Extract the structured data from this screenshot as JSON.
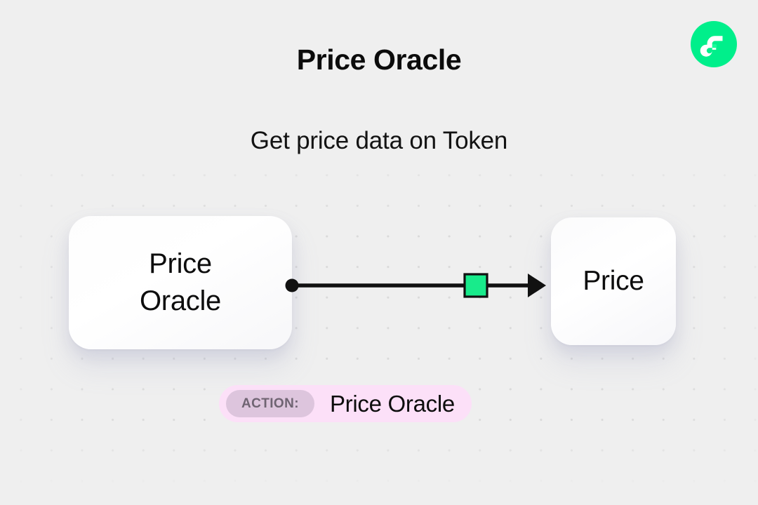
{
  "header": {
    "title": "Price Oracle",
    "subtitle": "Get price data on Token",
    "logo_icon": "flow-logo-icon",
    "logo_color": "#00ef8b"
  },
  "diagram": {
    "nodes": [
      {
        "id": "price-oracle",
        "label": "Price\nOracle"
      },
      {
        "id": "price",
        "label": "Price"
      }
    ],
    "connector": {
      "source_handle_icon": "dot-handle-icon",
      "marker_icon": "green-square-marker-icon",
      "marker_color": "#18eb8b",
      "arrow_icon": "arrow-right-icon",
      "line_color": "#111111"
    }
  },
  "action": {
    "chip_label": "ACTION:",
    "value": "Price Oracle",
    "badge_color": "#fce0f8",
    "chip_color": "#ddc5dd"
  },
  "background": {
    "color": "#efefef",
    "dot_color": "#dadada"
  }
}
